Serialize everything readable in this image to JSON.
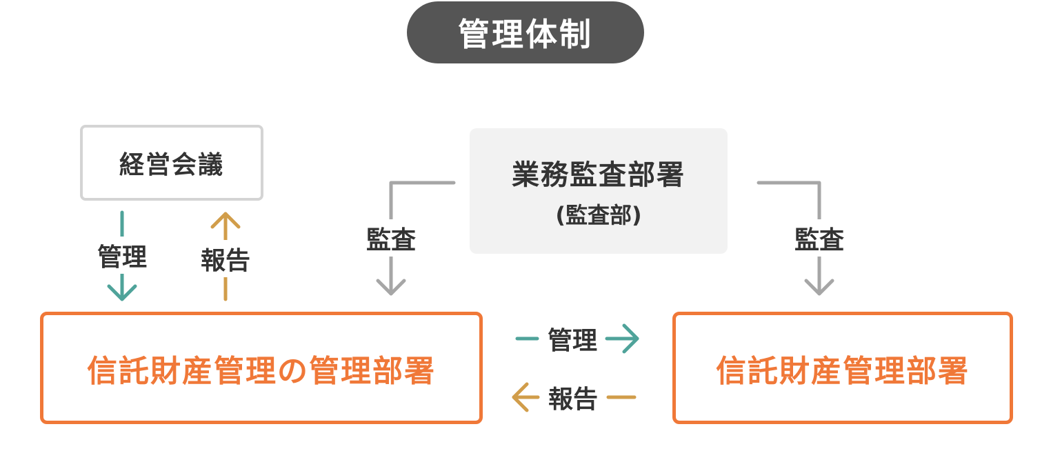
{
  "title": "管理体制",
  "nodes": {
    "executive_meeting": "経営会議",
    "audit_dept": {
      "name": "業務監査部署",
      "abbr": "(監査部)"
    },
    "trust_admin_mgmt": "信託財産管理の管理部署",
    "trust_admin": "信託財産管理部署"
  },
  "edges": {
    "exec_to_mgmt": "管理",
    "mgmt_to_exec": "報告",
    "audit_left": "監査",
    "audit_right": "監査",
    "mgmt_to_admin": "管理",
    "admin_to_mgmt": "報告"
  },
  "colors": {
    "pill": "#555555",
    "orange": "#f07838",
    "teal": "#4fa39a",
    "gold": "#d19d4a",
    "gray_arrow": "#a6a6a6",
    "light_border": "#d4d4d4",
    "audit_bg": "#f2f2f2"
  }
}
